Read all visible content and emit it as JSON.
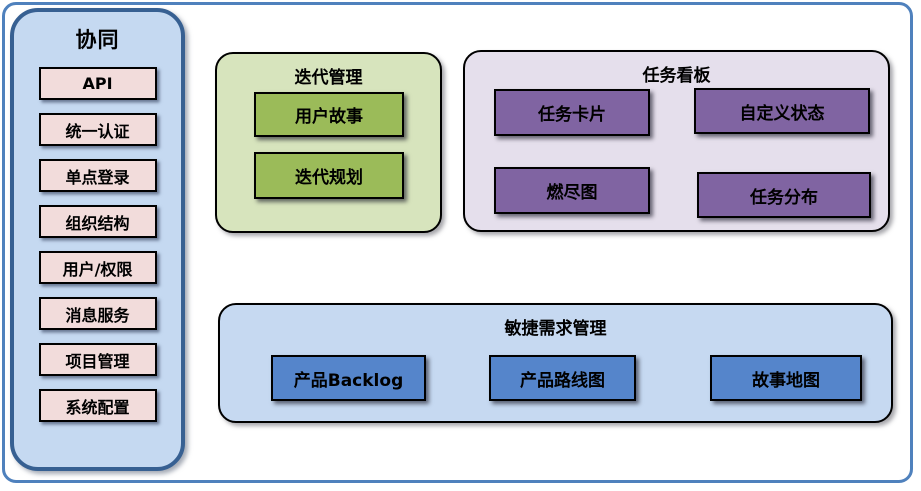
{
  "sidebar": {
    "title": "协同",
    "items": [
      {
        "label": "API"
      },
      {
        "label": "统一认证"
      },
      {
        "label": "单点登录"
      },
      {
        "label": "组织结构"
      },
      {
        "label": "用户/权限"
      },
      {
        "label": "消息服务"
      },
      {
        "label": "项目管理"
      },
      {
        "label": "系统配置"
      }
    ]
  },
  "iteration": {
    "title": "迭代管理",
    "items": [
      {
        "label": "用户故事"
      },
      {
        "label": "迭代规划"
      }
    ]
  },
  "kanban": {
    "title": "任务看板",
    "items": [
      {
        "label": "任务卡片"
      },
      {
        "label": "自定义状态"
      },
      {
        "label": "燃尽图"
      },
      {
        "label": "任务分布"
      }
    ]
  },
  "agile": {
    "title": "敏捷需求管理",
    "items": [
      {
        "label": "产品Backlog"
      },
      {
        "label": "产品路线图"
      },
      {
        "label": "故事地图"
      }
    ]
  },
  "colors": {
    "frame_border": "#4f81bd",
    "sidebar_fill": "#c5d9f1",
    "sidebar_border": "#376092",
    "sidebar_item_fill": "#f2dcdb",
    "iteration_fill": "#d7e4bd",
    "iteration_item_fill": "#9bbb59",
    "kanban_fill": "#e5dfec",
    "kanban_item_fill": "#8064a2",
    "agile_fill": "#c6d9f1",
    "agile_item_fill": "#5585cb",
    "shape_border": "#000000"
  }
}
